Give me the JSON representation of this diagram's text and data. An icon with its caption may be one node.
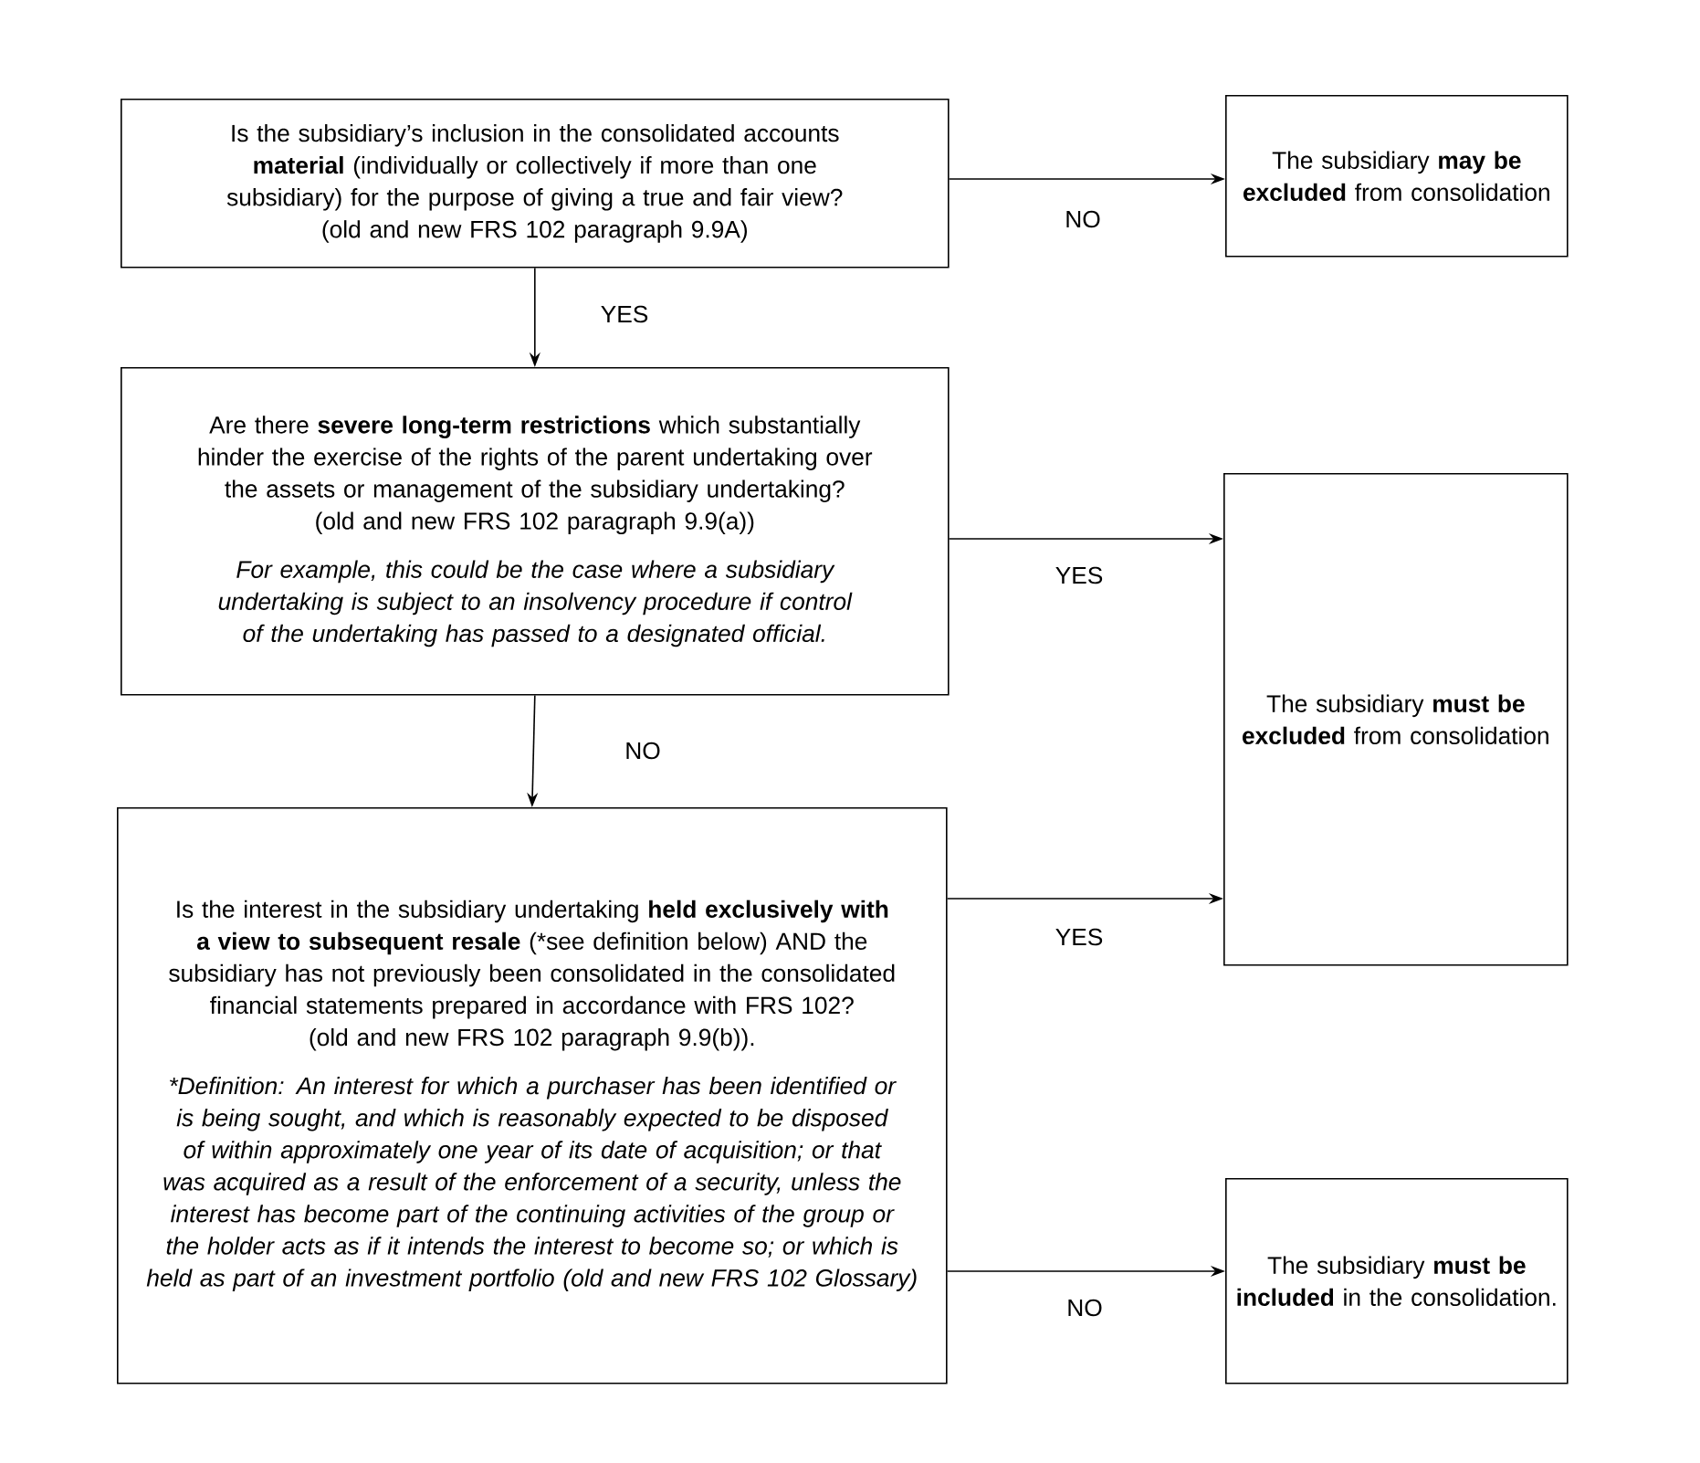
{
  "diagram": {
    "nodes": [
      {
        "text": [
          "Is the subsidiary’s inclusion in the consolidated accounts **material** (individually or collectively if more than one subsidiary) for the purpose of giving a true and fair view?",
          "(old and new FRS 102 paragraph 9.9A)"
        ]
      },
      {
        "text": [
          "The subsidiary **may be excluded** from consolidation"
        ]
      },
      {
        "text": [
          "Are there **severe long-term restrictions** which substantially hinder the exercise of the rights of the parent undertaking over the assets or management of the subsidiary undertaking?",
          "(old and new FRS 102 paragraph 9.9(a))",
          "For example, this could be the case where a subsidiary undertaking is subject to an insolvency procedure if control of the undertaking has passed to a designated official."
        ]
      },
      {
        "text": [
          "The subsidiary **must be excluded** from consolidation"
        ]
      },
      {
        "text": [
          "Is the interest in the subsidiary undertaking **held exclusively with a view to subsequent resale** (*see definition below) AND the subsidiary has not previously been consolidated in the consolidated financial statements prepared in accordance with FRS 102?",
          "(old and new FRS 102 paragraph 9.9(b)).",
          "*Definition: An interest for which a purchaser has been identified or is being sought, and which is reasonably expected to be disposed of within approximately one year of its date of acquisition; or that was acquired as a result of the enforcement of a security, unless the interest has become part of the continuing activities of the group or the holder acts as if it intends the interest to become so; or which is held as part of an investment portfolio (old and new FRS 102 Glossary)"
        ]
      },
      {
        "text": [
          "The subsidiary **must be included** in the consolidation."
        ]
      }
    ],
    "edges": [
      {
        "from": 0,
        "to": 1,
        "arrow": "to",
        "label": "NO"
      },
      {
        "from": 0,
        "to": 2,
        "arrow": "to",
        "label": "YES"
      },
      {
        "from": 2,
        "to": 3,
        "arrow": "to",
        "label": "YES"
      },
      {
        "from": 2,
        "to": 4,
        "arrow": "to",
        "label": "NO"
      },
      {
        "from": 4,
        "to": 3,
        "arrow": "to",
        "label": "YES"
      },
      {
        "from": 4,
        "to": 5,
        "arrow": "to",
        "label": "NO"
      }
    ]
  }
}
